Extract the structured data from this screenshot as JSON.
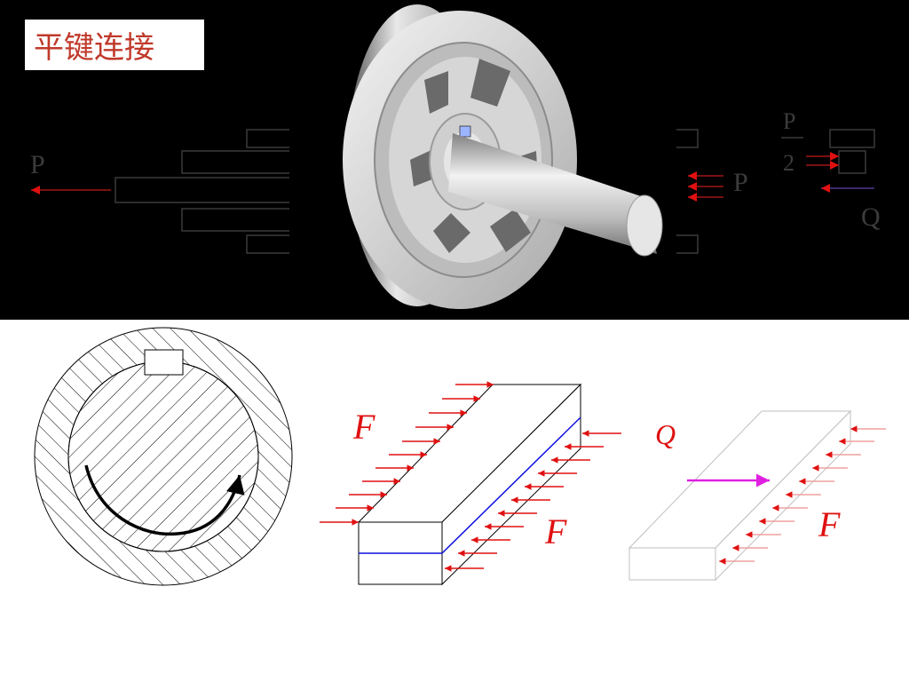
{
  "title": "平键连接",
  "colors": {
    "title_text": "#c0392b",
    "force_arrow": "#e01010",
    "q_arrow": "#e020e0",
    "edge_line": "#1010e0",
    "background_top": "#000000"
  },
  "top_diagram": {
    "label_p_left": "P",
    "label_p_right": "P",
    "label_p_half_num": "P",
    "label_p_half_den": "2",
    "label_q": "Q"
  },
  "force_diagram": {
    "label_f_top": "F",
    "label_f_bottom": "F"
  },
  "shear_diagram": {
    "label_q": "Q",
    "label_f": "F"
  }
}
